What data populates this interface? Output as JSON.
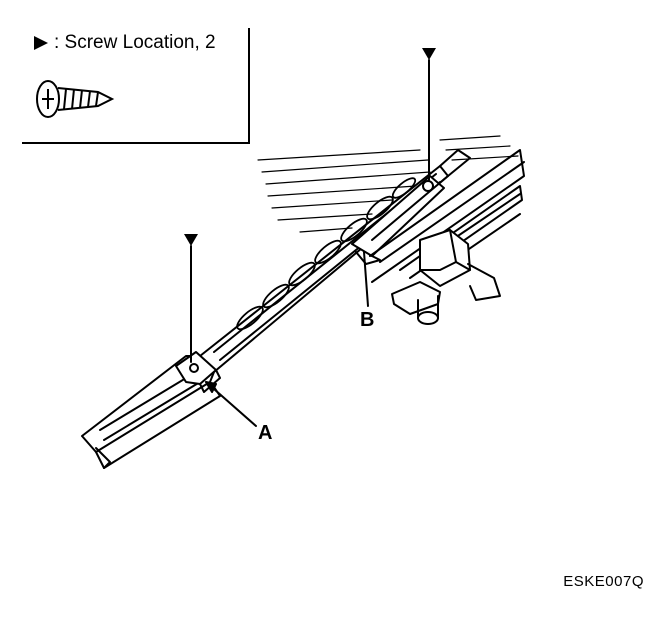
{
  "legend": {
    "marker_icon": "triangle-right-icon",
    "text": ": Screw Location, 2",
    "screw_icon": "screw-icon"
  },
  "callouts": {
    "a": "A",
    "b": "B"
  },
  "figure_code": "ESKE007Q",
  "colors": {
    "ink": "#000000",
    "paper": "#ffffff"
  }
}
